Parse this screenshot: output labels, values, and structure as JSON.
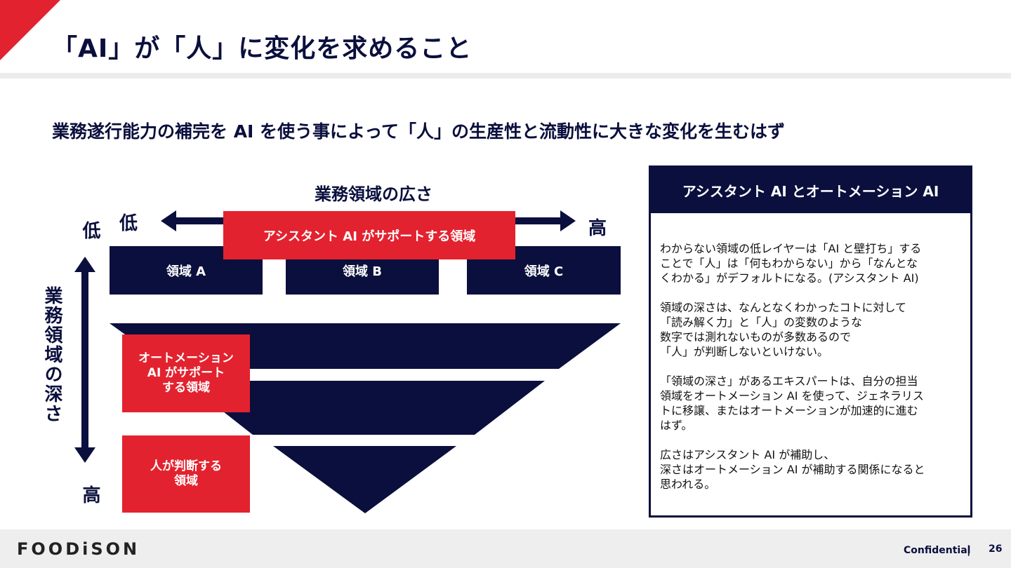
{
  "header": {
    "title": "「AI」が「人」に変化を求めること"
  },
  "subtitle": "業務遂行能力の補完を AI を使う事によって「人」の生産性と流動性に大きな変化を生むはず",
  "diagram": {
    "breadth_title": "業務領域の広さ",
    "breadth_low": "低",
    "breadth_high": "高",
    "assist_area": "アシスタント AI がサポートする領域",
    "domains": [
      "領域 A",
      "領域 B",
      "領域 C"
    ],
    "depth_title": "業務領域の深さ",
    "depth_low": "低",
    "depth_high": "高",
    "automation_area": "オートメーション\nAI がサポート\nする領域",
    "human_area": "人が判断する\n領域"
  },
  "panel": {
    "title": "アシスタント AI とオートメーション AI",
    "paragraphs": [
      "わからない領域の低レイヤーは「AI と壁打ち」する\nことで「人」は「何もわからない」から「なんとな\nくわかる」がデフォルトになる。(アシスタント AI)",
      "領域の深さは、なんとなくわかったコトに対して\n「読み解く力」と「人」の変数のような\n数字では測れないものが多数あるので\n「人」が判断しないといけない。",
      "「領域の深さ」があるエキスパートは、自分の担当\n領域をオートメーション AI を使って、ジェネラリス\nトに移譲、またはオートメーションが加速的に進む\nはず。",
      "広さはアシスタント AI が補助し、\n深さはオートメーション AI が補助する関係になると\n思われる。"
    ]
  },
  "footer": {
    "logo": "FOODiSON",
    "confidential": "Confidential",
    "separator": "|",
    "page": "26"
  },
  "colors": {
    "navy": "#0a0f3d",
    "red": "#e3222f",
    "gray": "#eeeeee"
  }
}
